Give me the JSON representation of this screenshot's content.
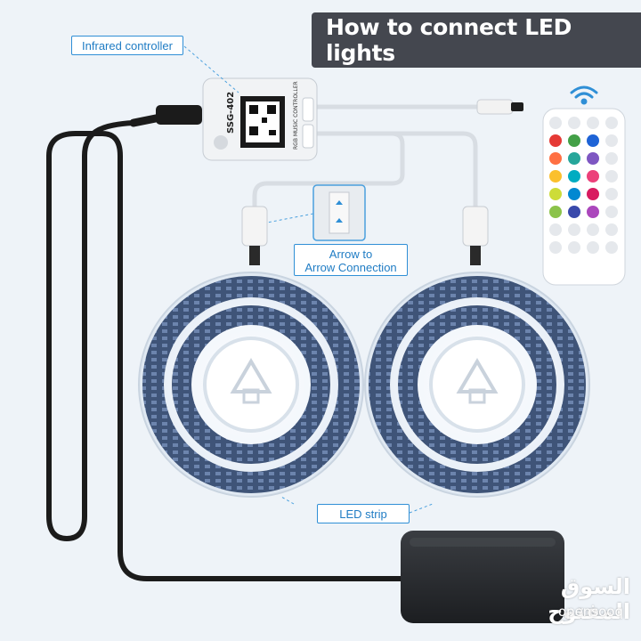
{
  "title": "How to connect LED lights",
  "callouts": {
    "infrared_controller": "Infrared controller",
    "arrow_connection_line1": "Arrow to",
    "arrow_connection_line2": "Arrow Connection",
    "led_strip": "LED strip"
  },
  "controller": {
    "model": "SSG-402",
    "label": "RGB MUSIC CONTROLLER"
  },
  "watermark": {
    "arabic": "السوق المفتوح",
    "latin": "opensooq"
  },
  "colors": {
    "banner": "#44474f",
    "callout_blue": "#2f8fd6",
    "background": "#eef3f8",
    "strip_led": "#4a5f86"
  },
  "icons": [
    "wifi-icon",
    "remote-control",
    "power-adapter",
    "led-reel",
    "controller-box"
  ]
}
